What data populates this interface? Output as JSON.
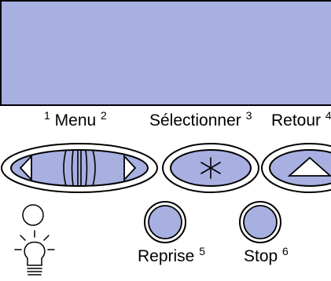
{
  "display": {
    "background_color": "#a7b0e0",
    "border_color": "#000000",
    "text": ""
  },
  "buttons": {
    "menu": {
      "label": "Menu",
      "left_number": "1",
      "right_number": "2",
      "left_icon": "triangle-left-icon",
      "right_icon": "triangle-right-icon"
    },
    "select": {
      "label": "Sélectionner",
      "number": "3",
      "icon": "asterisk-icon"
    },
    "return": {
      "label": "Retour",
      "number": "4",
      "icon": "triangle-up-icon"
    },
    "go": {
      "label": "Reprise",
      "number": "5"
    },
    "stop": {
      "label": "Stop",
      "number": "6"
    }
  },
  "indicator": {
    "icon": "indicator-light-icon",
    "state": "off"
  },
  "colors": {
    "button_fill": "#a7b0e0",
    "outline": "#000000"
  }
}
